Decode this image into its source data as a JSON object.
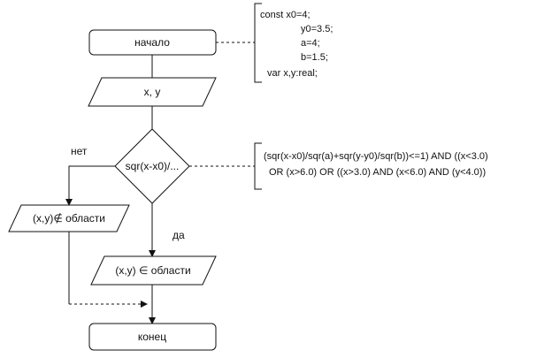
{
  "blocks": {
    "start": "начало",
    "input": "x, y",
    "condition": "sqr(x-x0)/...",
    "out_no": "(x,y)∉ области",
    "out_yes": "(x,y) ∈ области",
    "end": "конец"
  },
  "branch_labels": {
    "no": "нет",
    "yes": "да"
  },
  "const_note": {
    "lines": [
      "const x0=4;",
      "y0=3.5;",
      "a=4;",
      "b=1.5;",
      "var x,y:real;"
    ]
  },
  "condition_note": {
    "lines": [
      "(sqr(x-x0)/sqr(a)+sqr(y-y0)/sqr(b))<=1) AND ((x<3.0)",
      "OR (x>6.0) OR ((x>3.0) AND (x<6.0) AND (y<4.0))"
    ]
  }
}
